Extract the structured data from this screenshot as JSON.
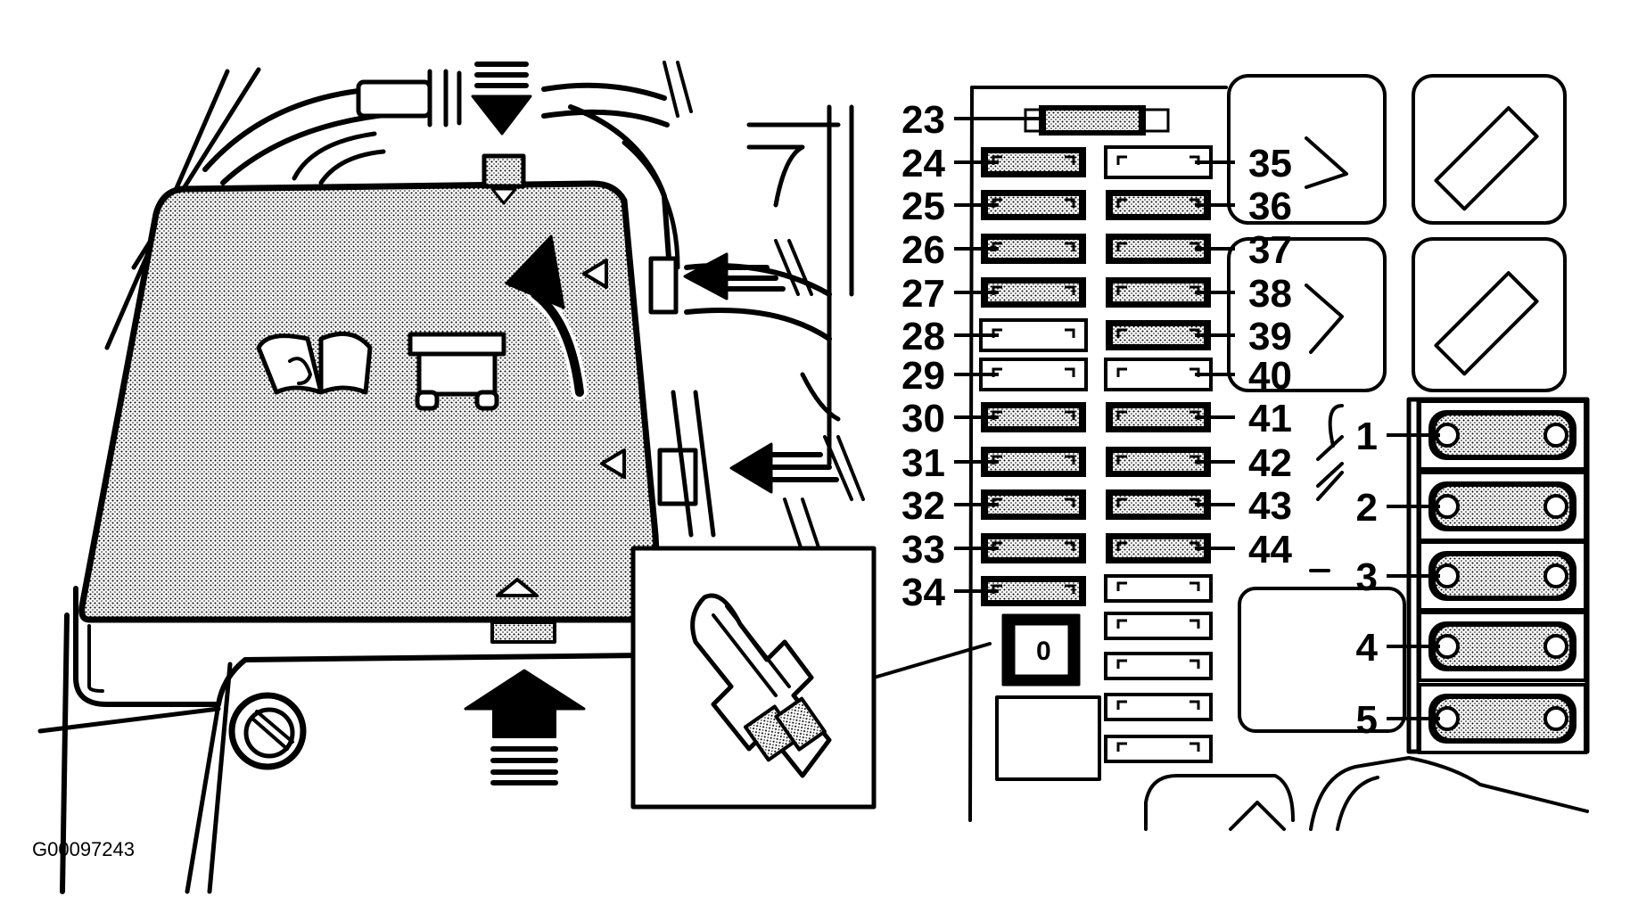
{
  "figure_id": "G00097243",
  "small_relay_label": "0",
  "left_fuse_labels": [
    "23",
    "24",
    "25",
    "26",
    "27",
    "28",
    "29",
    "30",
    "31",
    "32",
    "33",
    "34"
  ],
  "right_fuse_labels": [
    "35",
    "36",
    "37",
    "38",
    "39",
    "40",
    "41",
    "42",
    "43",
    "44"
  ],
  "maxi_fuse_labels": [
    "1",
    "2",
    "3",
    "4",
    "5"
  ],
  "colors": {
    "ink": "#000000",
    "paper": "#ffffff",
    "stipple": "#9a9a9a"
  }
}
